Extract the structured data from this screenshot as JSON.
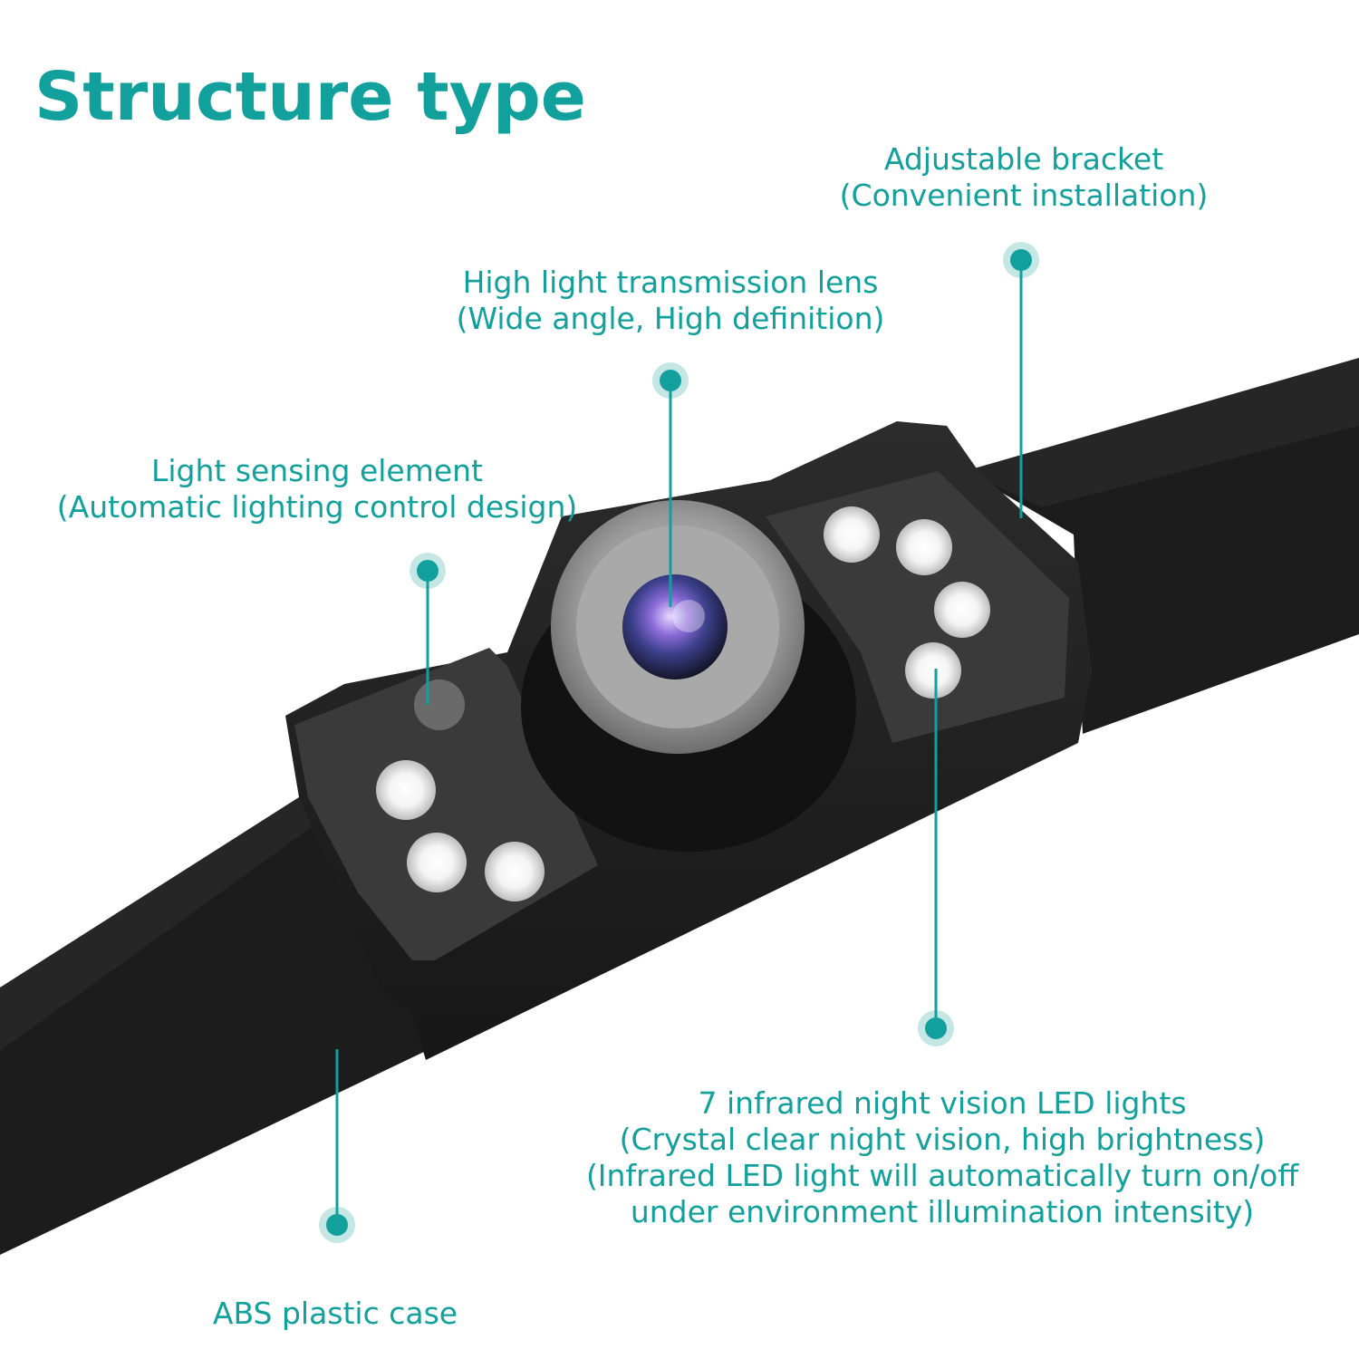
{
  "title": "Structure type",
  "callouts": {
    "bracket": {
      "line1": "Adjustable bracket",
      "line2": "(Convenient installation)"
    },
    "lens": {
      "line1": "High light transmission lens",
      "line2": "(Wide angle, High definition)"
    },
    "sensor": {
      "line1": "Light sensing element",
      "line2": "(Automatic lighting control design)"
    },
    "led": {
      "line1": "7 infrared night vision LED lights",
      "line2": "(Crystal clear night vision, high brightness)",
      "line3": "(Infrared LED light will automatically turn on/off",
      "line4": "under environment illumination intensity)"
    },
    "case": {
      "line1": "ABS plastic case"
    }
  },
  "colors": {
    "accent": "#12a09c",
    "body": "#1e1e1e"
  }
}
